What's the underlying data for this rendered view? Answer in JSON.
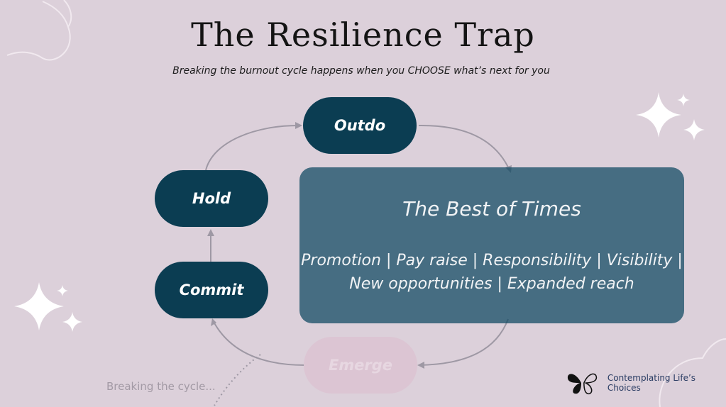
{
  "title": "The Resilience Trap",
  "subtitle": "Breaking the burnout cycle happens when you CHOOSE what’s next for you",
  "nodes": {
    "outdo": "Outdo",
    "hold": "Hold",
    "commit": "Commit",
    "emerge": "Emerge"
  },
  "overlay": {
    "title": "The Best of Times",
    "line1": "Promotion | Pay raise | Responsibility | Visibility |",
    "line2": "New opportunities | Expanded reach"
  },
  "breaking_text": "Breaking the cycle...",
  "brand": {
    "name": "Contemplating Life’s Choices",
    "logo_icon": "butterfly-icon"
  },
  "colors": {
    "background": "#dcd0da",
    "node": "#0b3d52",
    "overlay": "#0d4660",
    "faded_node": "#dcc5d3"
  }
}
